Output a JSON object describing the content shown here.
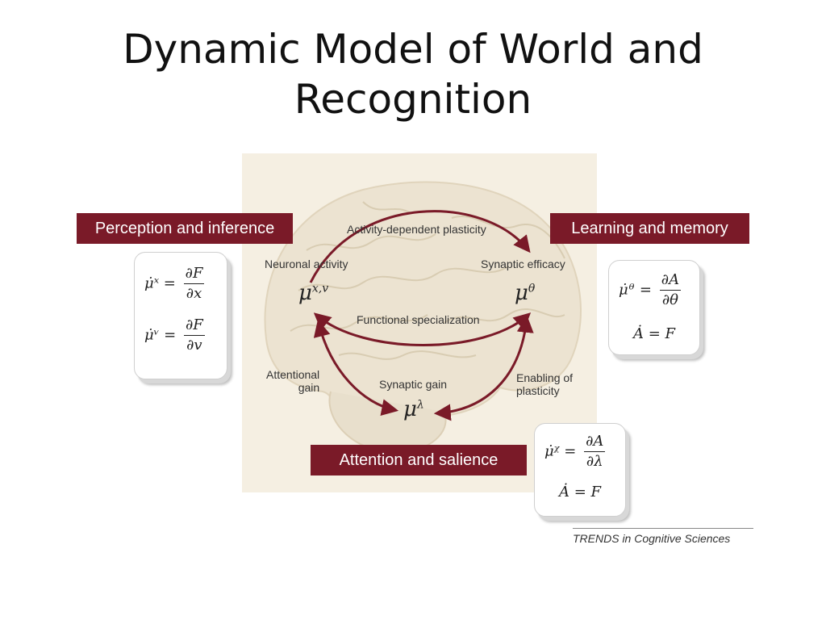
{
  "title": "Dynamic Model of World and Recognition",
  "labels": {
    "perception": "Perception and inference",
    "learning": "Learning and memory",
    "attention": "Attention and salience"
  },
  "diagram": {
    "activity_dependent_plasticity": "Activity-dependent plasticity",
    "neuronal_activity": "Neuronal activity",
    "synaptic_efficacy": "Synaptic efficacy",
    "functional_specialization": "Functional specialization",
    "attentional_gain": "Attentional\ngain",
    "synaptic_gain": "Synaptic gain",
    "enabling_plasticity": "Enabling of\nplasticity",
    "mu_xv": "μ",
    "mu_xv_sup": "x,v",
    "mu_theta": "μ",
    "mu_theta_sup": "θ",
    "mu_lambda": "μ",
    "mu_lambda_sup": "λ"
  },
  "equations": {
    "perception": {
      "eq1_lhs": "μ̇ˣ =",
      "eq1_num": "∂F",
      "eq1_den": "∂x",
      "eq2_lhs": "μ̇ᵛ =",
      "eq2_num": "∂F",
      "eq2_den": "∂v"
    },
    "learning": {
      "eq1_lhs": "μ̇ᶿ =",
      "eq1_num": "∂A",
      "eq1_den": "∂θ",
      "eq2": "Ȧ = F"
    },
    "attention": {
      "eq1_lhs": "μ̇ᵡ =",
      "eq1_num": "∂A",
      "eq1_den": "∂λ",
      "eq2": "Ȧ = F"
    }
  },
  "footer": "TRENDS in Cognitive Sciences",
  "colors": {
    "label_bg": "#7a1a28",
    "arrow": "#7a1a28",
    "panel_bg": "#f5efe2"
  }
}
